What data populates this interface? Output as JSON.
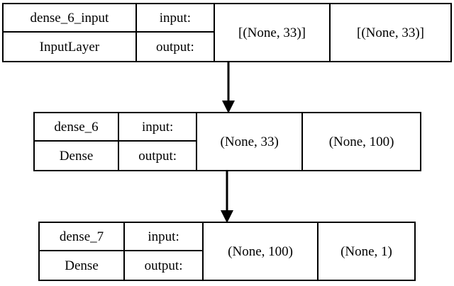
{
  "diagram": {
    "type": "keras-model-plot",
    "background_color": "#ffffff",
    "line_color": "#000000",
    "labels": {
      "input_row": "input:",
      "output_row": "output:"
    },
    "nodes": [
      {
        "id": "dense_6_input",
        "name": "dense_6_input",
        "class_name": "InputLayer",
        "input_shape": "[(None, 33)]",
        "output_shape": "[(None, 33)]"
      },
      {
        "id": "dense_6",
        "name": "dense_6",
        "class_name": "Dense",
        "input_shape": "(None, 33)",
        "output_shape": "(None, 100)"
      },
      {
        "id": "dense_7",
        "name": "dense_7",
        "class_name": "Dense",
        "input_shape": "(None, 100)",
        "output_shape": "(None, 1)"
      }
    ],
    "edges": [
      {
        "from": "dense_6_input",
        "to": "dense_6"
      },
      {
        "from": "dense_6",
        "to": "dense_7"
      }
    ]
  }
}
